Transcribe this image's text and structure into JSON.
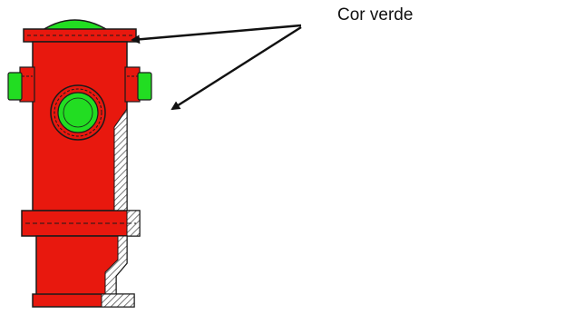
{
  "annotation": {
    "label": "Cor verde"
  },
  "colors": {
    "body": "#e8180e",
    "cap": "#22dd22",
    "outline": "#1a1a1a",
    "hatch": "#555555",
    "arrow": "#111111",
    "background": "#ffffff"
  },
  "diagram": {
    "subject": "fire-hydrant",
    "green_parts": [
      "top-cap",
      "front-outlet",
      "left-side-cap",
      "right-side-cap"
    ]
  }
}
